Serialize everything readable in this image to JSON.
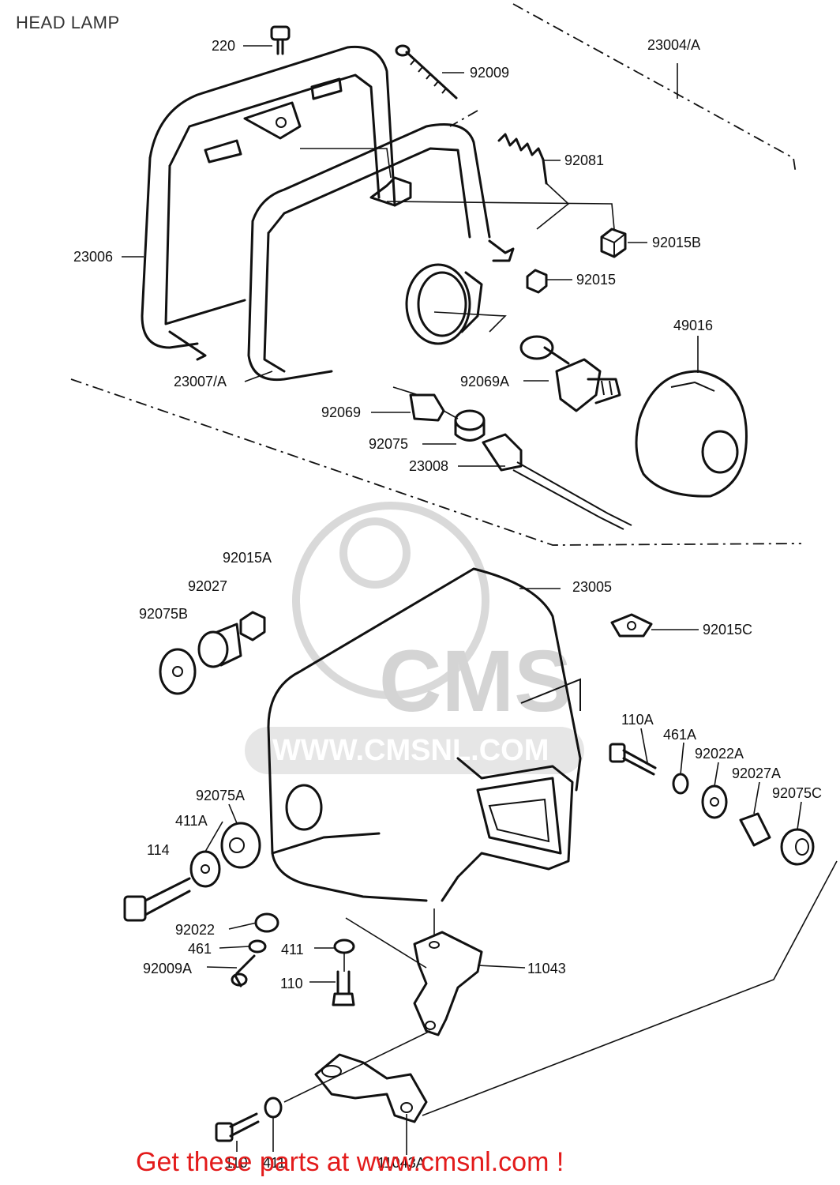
{
  "title": "HEAD LAMP",
  "footer": "Get these parts at www.cmsnl.com !",
  "watermark": {
    "logo_text": "CMS",
    "url_text": "WWW.CMSNL.COM"
  },
  "parts": [
    {
      "id": "p220",
      "label": "220"
    },
    {
      "id": "p23004",
      "label": "23004/A"
    },
    {
      "id": "p92009",
      "label": "92009"
    },
    {
      "id": "p92081",
      "label": "92081"
    },
    {
      "id": "p23006",
      "label": "23006"
    },
    {
      "id": "p92015B",
      "label": "92015B"
    },
    {
      "id": "p92015",
      "label": "92015"
    },
    {
      "id": "p49016",
      "label": "49016"
    },
    {
      "id": "p23007",
      "label": "23007/A"
    },
    {
      "id": "p92069A",
      "label": "92069A"
    },
    {
      "id": "p92069",
      "label": "92069"
    },
    {
      "id": "p92075",
      "label": "92075"
    },
    {
      "id": "p23008",
      "label": "23008"
    },
    {
      "id": "p92015A",
      "label": "92015A"
    },
    {
      "id": "p92027",
      "label": "92027"
    },
    {
      "id": "p92075B",
      "label": "92075B"
    },
    {
      "id": "p23005",
      "label": "23005"
    },
    {
      "id": "p92015C",
      "label": "92015C"
    },
    {
      "id": "p110A",
      "label": "110A"
    },
    {
      "id": "p461A",
      "label": "461A"
    },
    {
      "id": "p92022A",
      "label": "92022A"
    },
    {
      "id": "p92027A",
      "label": "92027A"
    },
    {
      "id": "p92075C",
      "label": "92075C"
    },
    {
      "id": "p92075A",
      "label": "92075A"
    },
    {
      "id": "p411A",
      "label": "411A"
    },
    {
      "id": "p114",
      "label": "114"
    },
    {
      "id": "p92022",
      "label": "92022"
    },
    {
      "id": "p461",
      "label": "461"
    },
    {
      "id": "p92009A",
      "label": "92009A"
    },
    {
      "id": "p411",
      "label": "411"
    },
    {
      "id": "p110",
      "label": "110"
    },
    {
      "id": "p11043",
      "label": "11043"
    },
    {
      "id": "p110b",
      "label": "110"
    },
    {
      "id": "p411b",
      "label": "411"
    },
    {
      "id": "p11043A",
      "label": "11043A"
    }
  ]
}
